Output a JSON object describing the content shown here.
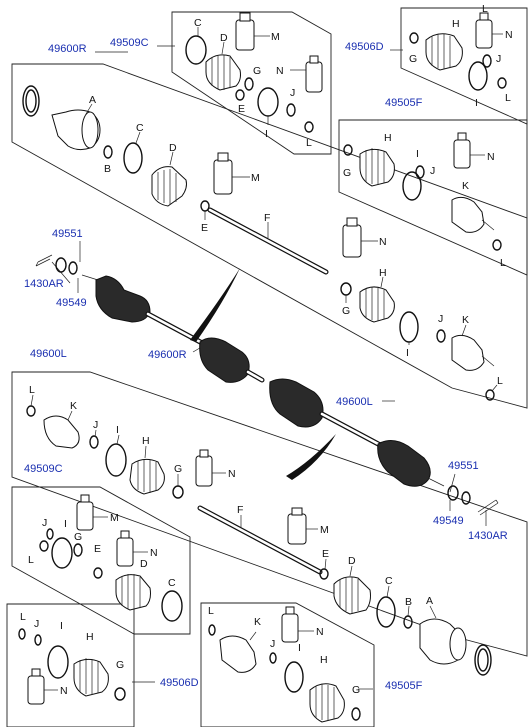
{
  "part_numbers": {
    "p49600R_top": "49600R",
    "p49509C_top": "49509C",
    "p49506D_top": "49506D",
    "p49505F_top": "49505F",
    "p49551_left": "49551",
    "p1430AR_left": "1430AR",
    "p49549_left": "49549",
    "p49600R_mid": "49600R",
    "p49600L_left": "49600L",
    "p49600L_mid": "49600L",
    "p49509C_bottom": "49509C",
    "p49551_right": "49551",
    "p49549_right": "49549",
    "p1430AR_right": "1430AR",
    "p49506D_bottom": "49506D",
    "p49505F_bottom": "49505F"
  },
  "letters": {
    "A": "A",
    "B": "B",
    "C": "C",
    "D": "D",
    "E": "E",
    "F": "F",
    "G": "G",
    "H": "H",
    "I": "I",
    "J": "J",
    "K": "K",
    "L": "L",
    "M": "M",
    "N": "N"
  },
  "colors": {
    "part_number_text": "#1a2fb0",
    "line_art": "#111111",
    "background": "#ffffff"
  }
}
